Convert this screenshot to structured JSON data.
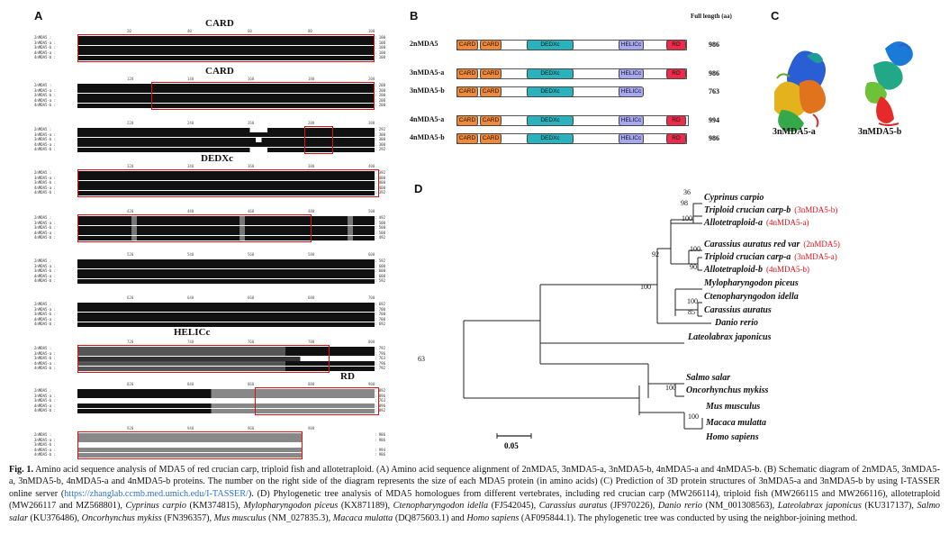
{
  "panelA": {
    "label": "A",
    "domains": [
      "CARD",
      "CARD",
      "DEDXc",
      "HELICc",
      "RD"
    ],
    "row_names": [
      "2nMDA5",
      "3nMDA5-a",
      "3nMDA5-b",
      "4nMDA5-a",
      "4nMDA5-b"
    ],
    "blocks": [
      {
        "ends": [
          "100",
          "100",
          "100",
          "100",
          "100"
        ],
        "ticks": [
          "20",
          "40",
          "60",
          "80",
          "100"
        ]
      },
      {
        "ends": [
          "200",
          "200",
          "200",
          "200",
          "200"
        ],
        "ticks": [
          "120",
          "140",
          "160",
          "180",
          "200"
        ]
      },
      {
        "ends": [
          "292",
          "300",
          "300",
          "300",
          "292"
        ],
        "ticks": [
          "220",
          "240",
          "260",
          "280",
          "300"
        ]
      },
      {
        "ends": [
          "392",
          "400",
          "400",
          "400",
          "392"
        ],
        "ticks": [
          "320",
          "340",
          "360",
          "380",
          "400"
        ]
      },
      {
        "ends": [
          "492",
          "500",
          "500",
          "500",
          "492"
        ],
        "ticks": [
          "420",
          "440",
          "460",
          "480",
          "500"
        ]
      },
      {
        "ends": [
          "592",
          "600",
          "600",
          "600",
          "592"
        ],
        "ticks": [
          "520",
          "540",
          "560",
          "580",
          "600"
        ]
      },
      {
        "ends": [
          "692",
          "700",
          "700",
          "700",
          "692"
        ],
        "ticks": [
          "620",
          "640",
          "660",
          "680",
          "700"
        ]
      },
      {
        "ends": [
          "792",
          "796",
          "763",
          "796",
          "792"
        ],
        "ticks": [
          "720",
          "740",
          "760",
          "780",
          "800"
        ]
      },
      {
        "ends": [
          "892",
          "896",
          "763",
          "896",
          "892"
        ],
        "ticks": [
          "820",
          "840",
          "860",
          "880",
          "900"
        ]
      },
      {
        "ends": [
          "986",
          "986",
          "",
          "994",
          "986"
        ],
        "ticks": [
          "920",
          "940",
          "960",
          "980"
        ]
      }
    ]
  },
  "panelB": {
    "label": "B",
    "full_length_header": "Full length (aa)",
    "rows": [
      {
        "name": "2nMDA5",
        "length": "986"
      },
      {
        "name": "3nMDA5-a",
        "length": "986"
      },
      {
        "name": "3nMDA5-b",
        "length": "763"
      },
      {
        "name": "4nMDA5-a",
        "length": "994"
      },
      {
        "name": "4nMDA5-b",
        "length": "986"
      }
    ],
    "domain_labels": {
      "card": "CARD",
      "dedxc": "DEDXc",
      "helicc": "HELICc",
      "rd": "RD"
    }
  },
  "panelC": {
    "label": "C",
    "captions": [
      "3nMDA5-a",
      "3nMDA5-b"
    ]
  },
  "panelD": {
    "label": "D",
    "taxa": [
      {
        "name": "Cyprinus carpio",
        "tag": ""
      },
      {
        "name": "Triploid crucian carp-b",
        "tag": "(3nMDA5-b)"
      },
      {
        "name": "Allotetraploid-a",
        "tag": "(4nMDA5-a)"
      },
      {
        "name": "Carassius auratus red var",
        "tag": "(2nMDA5)"
      },
      {
        "name": "Triploid crucian carp-a",
        "tag": "(3nMDA5-a)"
      },
      {
        "name": "Allotetraploid-b",
        "tag": "(4nMDA5-b)"
      },
      {
        "name": "Mylopharyngodon piceus",
        "tag": ""
      },
      {
        "name": "Ctenopharyngodon idella",
        "tag": ""
      },
      {
        "name": "Carassius auratus",
        "tag": ""
      },
      {
        "name": "Danio rerio",
        "tag": ""
      },
      {
        "name": "Lateolabrax japonicus",
        "tag": ""
      },
      {
        "name": "Salmo salar",
        "tag": ""
      },
      {
        "name": "Oncorhynchus mykiss",
        "tag": ""
      },
      {
        "name": "Mus musculus",
        "tag": ""
      },
      {
        "name": "Macaca mulatta",
        "tag": ""
      },
      {
        "name": "Homo sapiens",
        "tag": ""
      }
    ],
    "bootstrap": [
      "36",
      "98",
      "100",
      "100",
      "90",
      "92",
      "100",
      "100",
      "85",
      "63",
      "100",
      "100"
    ],
    "scale": "0.05"
  },
  "caption": {
    "lead": "Fig. 1.",
    "text1": " Amino acid sequence analysis of MDA5 of red crucian carp, triploid fish and allotetraploid. (A) Amino acid sequence alignment of 2nMDA5, 3nMDA5-a, 3nMDA5-b, 4nMDA5-a and 4nMDA5-b. (B) Schematic diagram of 2nMDA5, 3nMDA5-a, 3nMDA5-b, 4nMDA5-a and 4nMDA5-b proteins. The number on the right side of the diagram represents the size of each MDA5 protein (in amino acids) (C) Prediction of 3D protein structures of 3nMDA5-a and 3nMDA5-b by using I-TASSER online server (",
    "link": "https://zhanglab.ccmb.med.umich.edu/I-TASSER/",
    "text2": "). (D) Phylogenetic tree analysis of MDA5 homologues from different vertebrates, including red crucian carp (MW266114), triploid fish (MW266115 and MW266116), allotetraploid (MW266117 and MZ568801), ",
    "sp1": "Cyprinus carpio",
    "t1": " (KM374815), ",
    "sp2": "Mylopharyngodon piceus",
    "t2": " (KX871189), ",
    "sp3": "Ctenopharyngodon idella",
    "t3": " (FJ542045), ",
    "sp4": "Carassius auratus",
    "t4": " (JF970226), ",
    "sp5": "Danio rerio",
    "t5": " (NM_001308563), ",
    "sp6": "Lateolabrax japonicus",
    "t6": " (KU317137), ",
    "sp7": "Salmo salar",
    "t7": " (KU376486), ",
    "sp8": "Oncorhynchus mykiss",
    "t8": " (FN396357), ",
    "sp9": "Mus musculus",
    "t9": " (NM_027835.3), ",
    "sp10": "Macaca mulatta",
    "t10": " (DQ875603.1) and ",
    "sp11": "Homo sapiens",
    "t11": " (AF095844.1). The phylogenetic tree was conducted by using the neighbor-joining method."
  }
}
